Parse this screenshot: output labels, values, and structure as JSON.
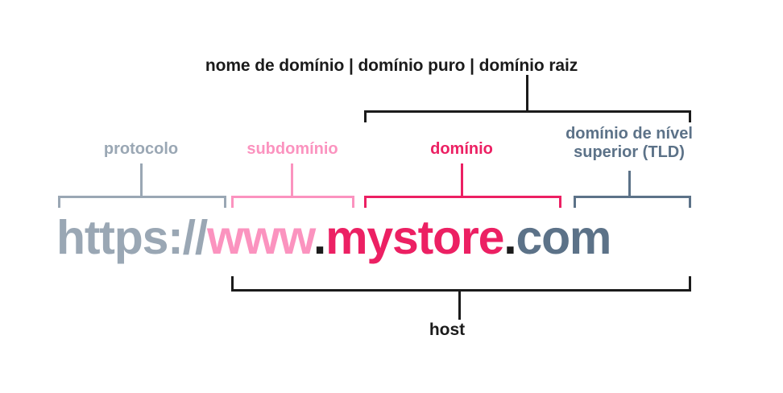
{
  "diagram": {
    "title_top": "nome de domínio | domínio puro | domínio raiz",
    "title_bottom": "host",
    "labels": {
      "protocol": "protocolo",
      "subdomain": "subdomínio",
      "domain": "domínio",
      "tld": "domínio de nível superior (TLD)"
    },
    "url": {
      "protocol": "https://",
      "subdomain": "www",
      "dot1": ".",
      "domain": "mystore",
      "dot2": ".",
      "tld": "com",
      "full": "https://www.mystore.com"
    },
    "colors": {
      "protocol": "#9aa7b4",
      "subdomain": "#fb93bf",
      "domain": "#ec2063",
      "tld": "#5c7288",
      "text_black": "#1b1b1b",
      "background": "#ffffff"
    }
  }
}
